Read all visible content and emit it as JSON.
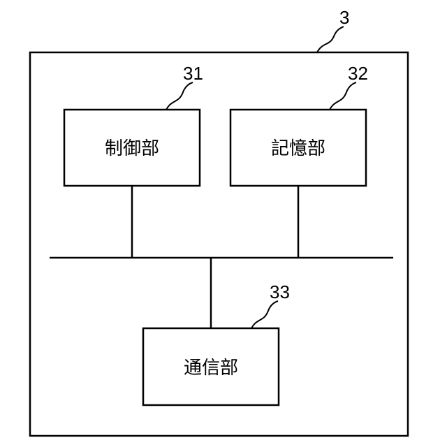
{
  "device": {
    "ref": "3"
  },
  "blocks": [
    {
      "id": "control",
      "ref": "31",
      "label": "制御部"
    },
    {
      "id": "storage",
      "ref": "32",
      "label": "記憶部"
    },
    {
      "id": "communication",
      "ref": "33",
      "label": "通信部"
    }
  ],
  "colors": {
    "line": "#000000",
    "background": "#ffffff"
  }
}
